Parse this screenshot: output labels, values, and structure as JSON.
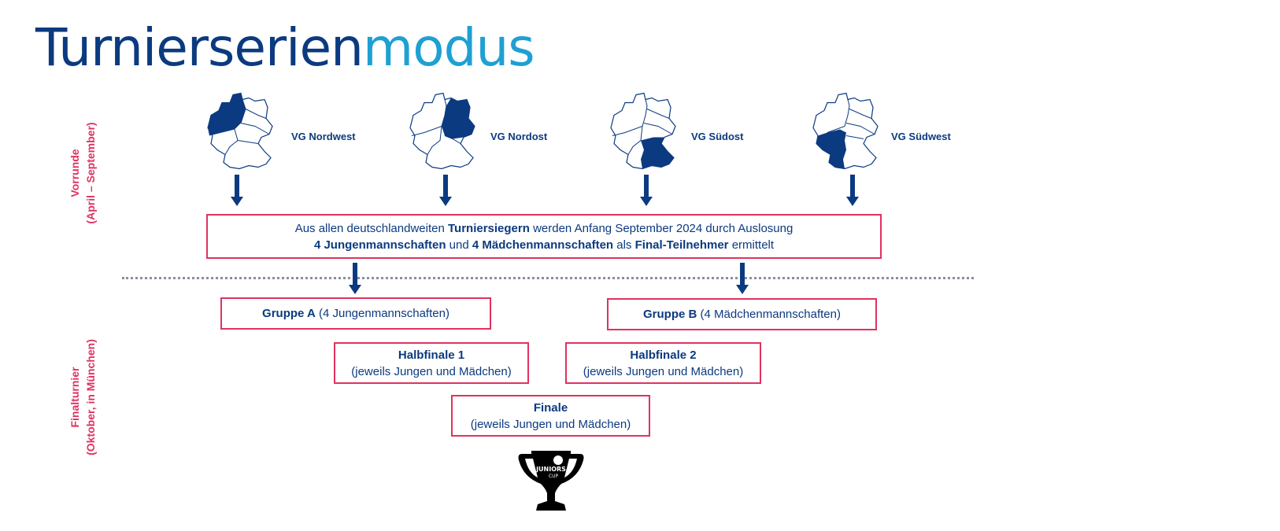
{
  "title": {
    "main": "Turnierserien",
    "accent": "modus"
  },
  "colors": {
    "dark_blue": "#0b3a80",
    "light_blue": "#1ea0d3",
    "pink": "#e0325f"
  },
  "side_labels": {
    "vorrunde": {
      "line1": "Vorrunde",
      "line2": "(April – September)"
    },
    "finalturnier": {
      "line1": "Finalturnier",
      "line2": "(Oktober, in München)"
    }
  },
  "regions": [
    {
      "label": "VG Nordwest",
      "icon": "germany-map-northwest-icon"
    },
    {
      "label": "VG Nordost",
      "icon": "germany-map-northeast-icon"
    },
    {
      "label": "VG Südost",
      "icon": "germany-map-southeast-icon"
    },
    {
      "label": "VG Südwest",
      "icon": "germany-map-southwest-icon"
    }
  ],
  "selection_box": {
    "l1a": "Aus allen deutschlandweiten ",
    "l1b": "Turniersiegern",
    "l1c": " werden Anfang September 2024 durch Auslosung",
    "l2a": "4 Jungenmannschaften",
    "l2b": " und ",
    "l2c": "4 Mädchenmannschaften",
    "l2d": " als ",
    "l2e": "Final-Teilnehmer",
    "l2f": " ermittelt"
  },
  "groups": [
    {
      "name": "Gruppe A",
      "detail": " (4 Jungenmannschaften)"
    },
    {
      "name": "Gruppe B",
      "detail": " (4 Mädchenmannschaften)"
    }
  ],
  "semis": [
    {
      "name": "Halbfinale 1",
      "detail": "(jeweils Jungen und Mädchen)"
    },
    {
      "name": "Halbfinale 2",
      "detail": "(jeweils Jungen und Mädchen)"
    }
  ],
  "final": {
    "name": "Finale",
    "detail": "(jeweils Jungen und Mädchen)"
  },
  "trophy": {
    "icon": "trophy-icon",
    "logo_text": "JUNIORS CUP"
  }
}
